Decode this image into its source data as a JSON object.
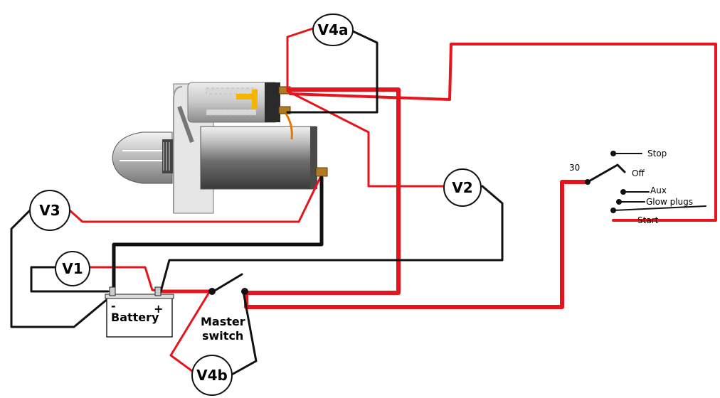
{
  "colors": {
    "positive_wire": "#e8141b",
    "negative_wire": "#111111",
    "background": "#ffffff"
  },
  "meters": {
    "v1": "V1",
    "v2": "V2",
    "v3": "V3",
    "v4a": "V4a",
    "v4b": "V4b"
  },
  "battery": {
    "label": "Battery",
    "minus": "-",
    "plus": "+"
  },
  "master_switch": {
    "line1": "Master",
    "line2": "switch"
  },
  "ignition_switch": {
    "terminal": "30",
    "positions": {
      "stop": "Stop",
      "off": "Off",
      "aux": "Aux",
      "glow": "Glow plugs",
      "start": "Start"
    }
  },
  "icons": {
    "starter_motor": "starter-motor-icon",
    "battery": "battery-icon",
    "switch": "switch-icon"
  }
}
